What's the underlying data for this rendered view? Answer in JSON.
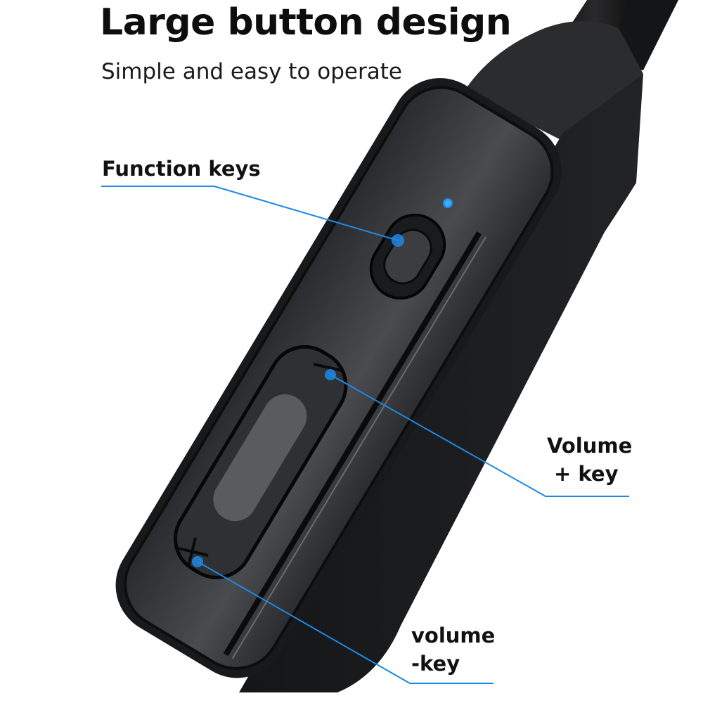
{
  "header": {
    "title": "Large button design",
    "subtitle": "Simple and easy to operate"
  },
  "callouts": [
    {
      "id": "function",
      "label": "Function keys"
    },
    {
      "id": "volume_plus",
      "label_line1": "Volume",
      "label_line2": "+ key"
    },
    {
      "id": "volume_minus",
      "label_line1": "volume",
      "label_line2": "-key"
    }
  ],
  "colors": {
    "accent_blue": "#1e88e5",
    "led_blue": "#2196f3",
    "body_dark": "#1c1d1f",
    "text": "#111111"
  },
  "product": {
    "buttons": [
      "function-button",
      "volume-minus-button",
      "volume-plus-button"
    ],
    "indicator": "led-indicator"
  }
}
